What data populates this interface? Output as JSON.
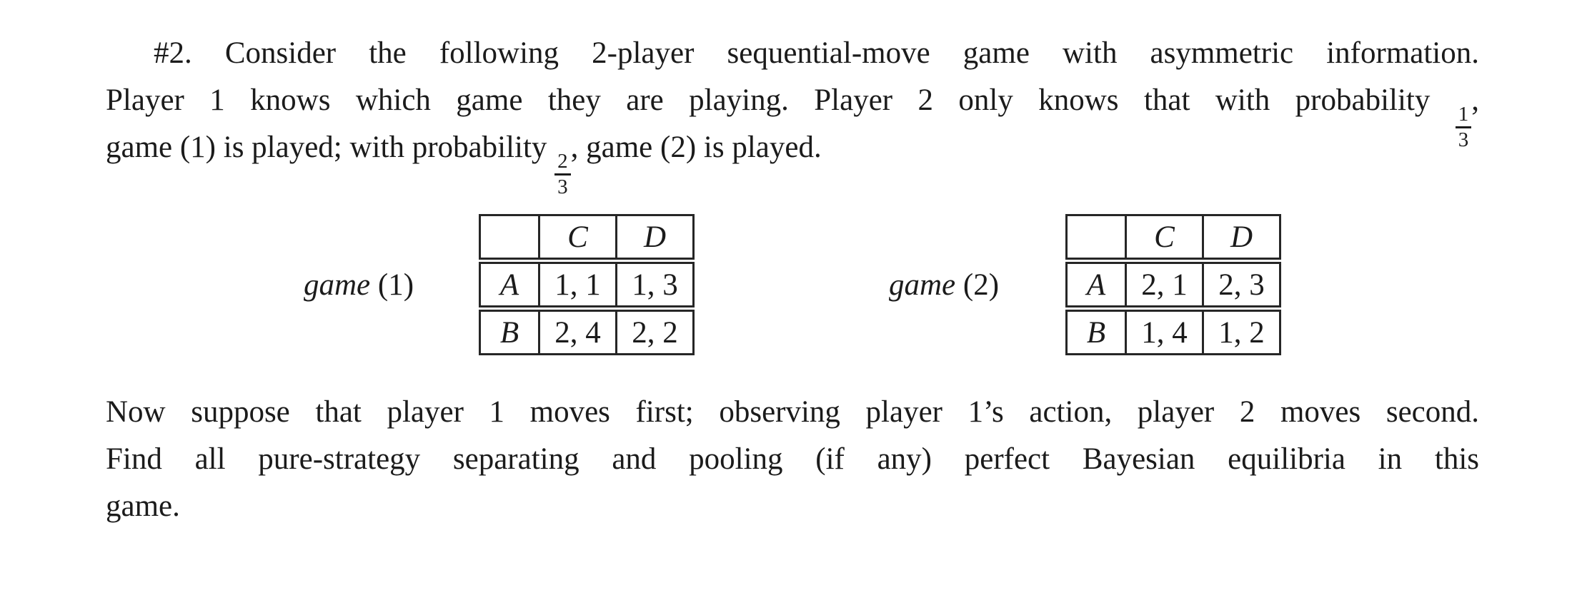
{
  "colors": {
    "background": "#ffffff",
    "text": "#1b1b1b",
    "table_border": "#262626"
  },
  "problem": {
    "para1": {
      "line1": "#2. Consider the following 2-player sequential-move game with asymmetric information.",
      "line2_pre": "Player 1 knows which game they are playing. Player 2 only knows that with probability",
      "line2_frac": {
        "num": "1",
        "den": "3"
      },
      "line2_post": ",",
      "line3_pre": "game (1) is played; with probability",
      "line3_frac": {
        "num": "2",
        "den": "3"
      },
      "line3_post": ", game (2) is played."
    },
    "games": [
      {
        "label_word": "game",
        "label_index": "(1)",
        "col_headers": [
          "C",
          "D"
        ],
        "rows": [
          {
            "header": "A",
            "cells": [
              "1, 1",
              "1, 3"
            ]
          },
          {
            "header": "B",
            "cells": [
              "2, 4",
              "2, 2"
            ]
          }
        ]
      },
      {
        "label_word": "game",
        "label_index": "(2)",
        "col_headers": [
          "C",
          "D"
        ],
        "rows": [
          {
            "header": "A",
            "cells": [
              "2, 1",
              "2, 3"
            ]
          },
          {
            "header": "B",
            "cells": [
              "1, 4",
              "1, 2"
            ]
          }
        ]
      }
    ],
    "para2": {
      "line1": "Now suppose that player 1 moves first; observing player 1’s action, player 2 moves second.",
      "line2": "Find all pure-strategy separating and pooling (if any) perfect Bayesian equilibria in this",
      "line3": "game."
    }
  }
}
